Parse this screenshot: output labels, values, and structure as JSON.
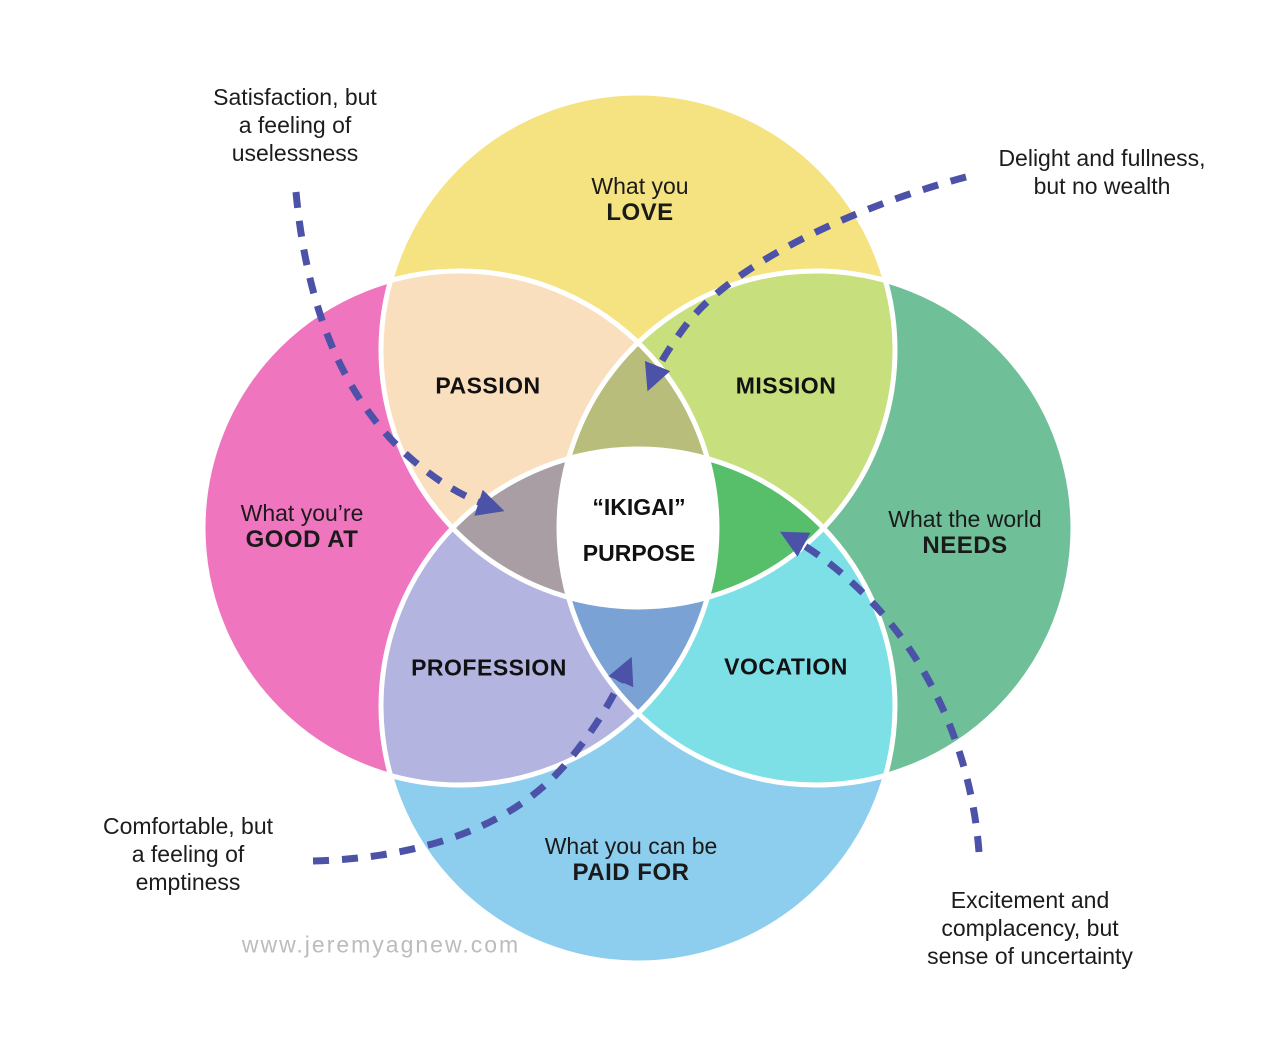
{
  "diagram": {
    "title_concept": "IKIGAI",
    "outline_color": "#FFFFFF",
    "arrow_color": "#4B52A7",
    "circles": [
      {
        "id": "love",
        "line1": "What you",
        "line2": "LOVE",
        "color": "#F5E280"
      },
      {
        "id": "good-at",
        "line1": "What you’re",
        "line2": "GOOD AT",
        "color": "#F075BF"
      },
      {
        "id": "needs",
        "line1": "What the world",
        "line2": "NEEDS",
        "color": "#6FBF99"
      },
      {
        "id": "paid-for",
        "line1": "What you can be",
        "line2": "PAID FOR",
        "color": "#8DCEEE"
      }
    ],
    "overlaps": [
      {
        "id": "passion",
        "label": "PASSION",
        "color": "#FADFBE"
      },
      {
        "id": "mission",
        "label": "MISSION",
        "color": "#C8DF7E"
      },
      {
        "id": "profession",
        "label": "PROFESSION",
        "color": "#B4B4E1"
      },
      {
        "id": "vocation",
        "label": "VOCATION",
        "color": "#7EE0E7"
      }
    ],
    "petals": {
      "top": {
        "color": "#B8BD7B"
      },
      "left": {
        "color": "#A89EA3"
      },
      "right": {
        "color": "#57BE69"
      },
      "bottom": {
        "color": "#7BA2D4"
      }
    },
    "center": {
      "line1": "“IKIGAI”",
      "line2": "PURPOSE",
      "color": "#FFFFFF"
    }
  },
  "annotations": [
    {
      "id": "top-left",
      "lines": [
        "Satisfaction, but",
        "a feeling of",
        "uselessness"
      ]
    },
    {
      "id": "top-right",
      "lines": [
        "Delight and fullness,",
        "but no wealth"
      ]
    },
    {
      "id": "bottom-left",
      "lines": [
        "Comfortable, but",
        "a feeling of",
        "emptiness"
      ]
    },
    {
      "id": "bottom-right",
      "lines": [
        "Excitement and",
        "complacency, but",
        "sense of uncertainty"
      ]
    }
  ],
  "watermark": {
    "text": "www.jeremyagnew.com"
  }
}
